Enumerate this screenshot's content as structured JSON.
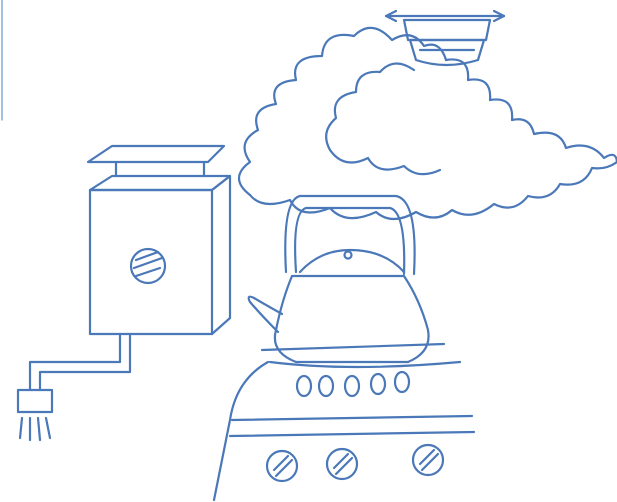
{
  "illustration": {
    "subjects": [
      "kitchen-exhaust-hood",
      "exhaust-duct",
      "exhaust-outlet",
      "kettle",
      "steam-cloud",
      "smoke-detector",
      "gas-stove"
    ],
    "colors": {
      "background": "#ffffff",
      "line": "#4a78b8",
      "line_light": "#7ea3d6"
    }
  }
}
